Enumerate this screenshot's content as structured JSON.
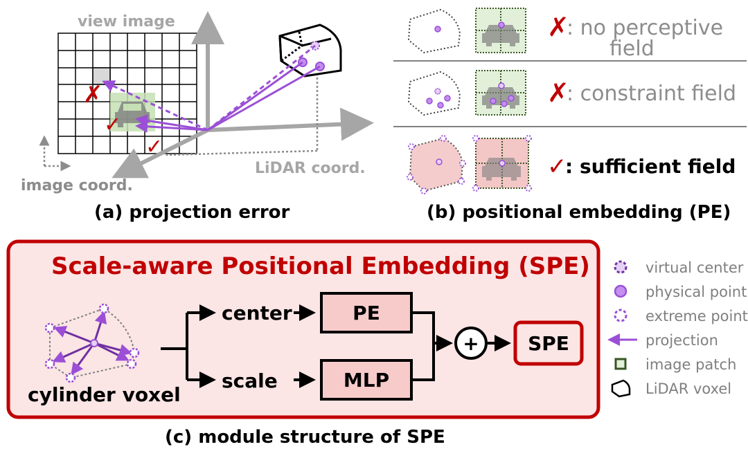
{
  "panel_a": {
    "view_image_label": "view image",
    "image_coord_label": "image coord.",
    "lidar_coord_label": "LiDAR coord.",
    "caption": "(a) projection error"
  },
  "panel_b": {
    "row1_mark": "✗",
    "row1_text_line1": ": no perceptive",
    "row1_text_line2": "field",
    "row2_mark": "✗",
    "row2_text": ": constraint field",
    "row3_mark": "✓",
    "row3_text": ": sufficient field",
    "caption": "(b) positional embedding (PE)"
  },
  "panel_c": {
    "title": "Scale-aware Positional Embedding (SPE)",
    "cylinder_voxel_label": "cylinder voxel",
    "center_label": "center",
    "scale_label": "scale",
    "pe_label": "PE",
    "mlp_label": "MLP",
    "plus_label": "+",
    "spe_label": "SPE",
    "caption": "(c) module structure of SPE"
  },
  "legend": {
    "virtual_center": "virtual center",
    "physical_point": "physical point",
    "extreme_point": "extreme point",
    "projection": "projection",
    "image_patch": "image patch",
    "lidar_voxel": "LiDAR voxel"
  },
  "colors": {
    "red": "#c00000",
    "purple": "#9b4fd6",
    "gray": "#a6a6a6",
    "green": "#548235",
    "pink_fill": "#fbe5e5",
    "box_fill": "#f8cbcb"
  }
}
